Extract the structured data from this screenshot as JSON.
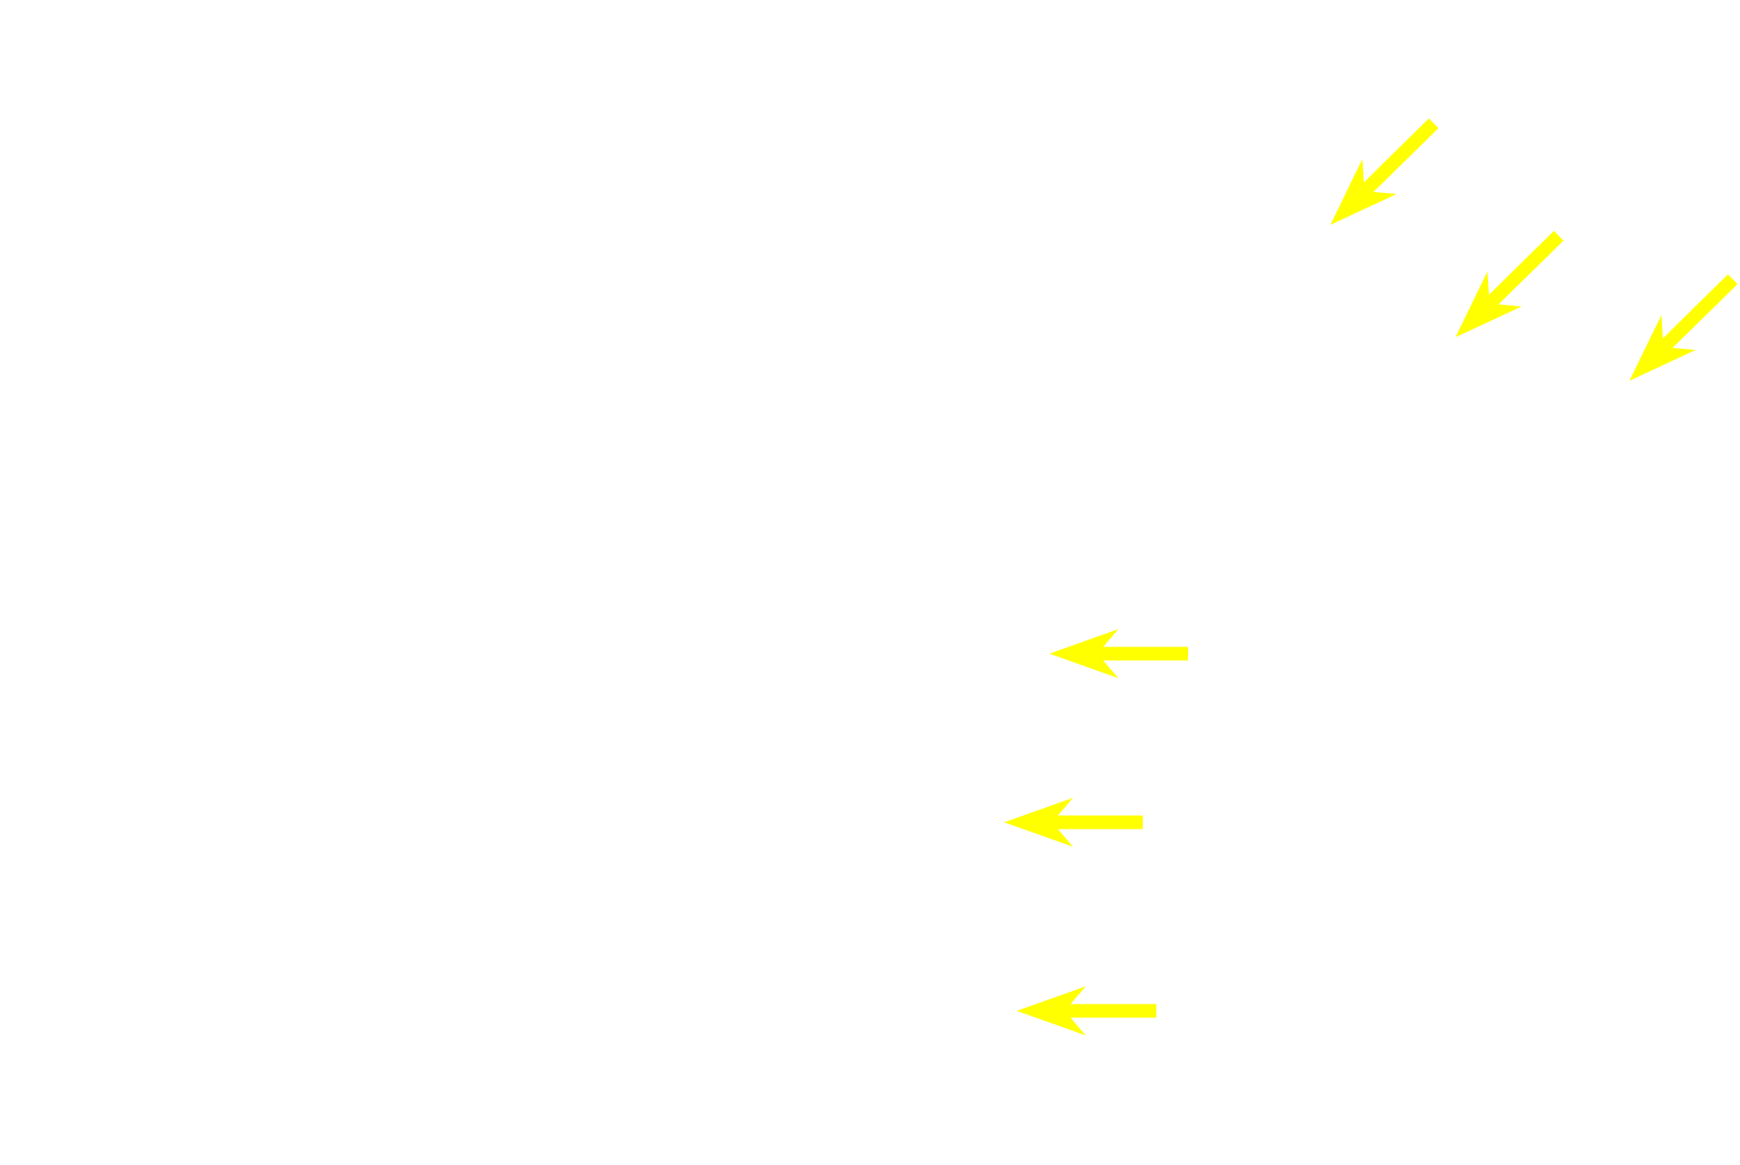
{
  "background_color": "#ffffff",
  "arrow_color": "#ffff00",
  "arrows": [
    {
      "icon": "arrow-down-left-icon",
      "direction": "down-left"
    },
    {
      "icon": "arrow-down-left-icon",
      "direction": "down-left"
    },
    {
      "icon": "arrow-down-left-icon",
      "direction": "down-left"
    },
    {
      "icon": "arrow-left-icon",
      "direction": "left"
    },
    {
      "icon": "arrow-left-icon",
      "direction": "left"
    },
    {
      "icon": "arrow-left-icon",
      "direction": "left"
    }
  ]
}
